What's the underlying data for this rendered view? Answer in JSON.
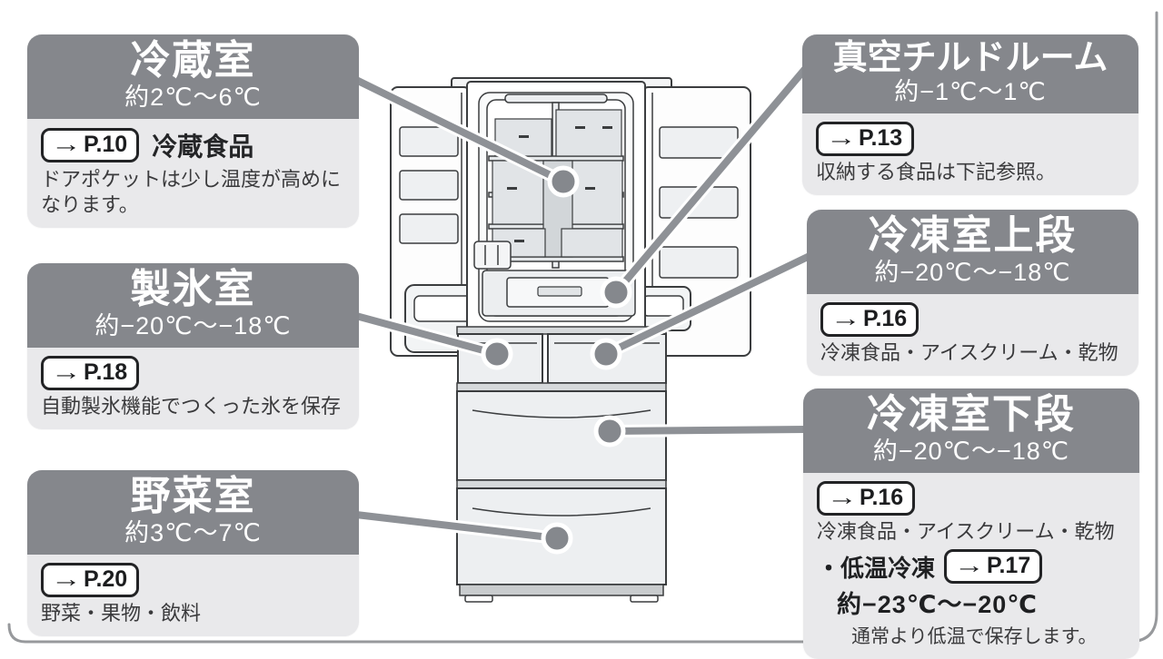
{
  "arrow_icon": "→",
  "colors": {
    "header_gray": "#85878C",
    "panel_gray": "#E9E9EB",
    "callout_line_gray": "#8E9196",
    "dot_gray": "#85888D",
    "page_frame_gray": "#96989B"
  },
  "callouts": [
    {
      "id": "refrigerator-compartment",
      "title": "冷蔵室",
      "temp": "約2℃～6℃",
      "page_ref": "P.10",
      "ref_label": "冷蔵食品",
      "note": "ドアポケットは少し温度が高めになります。"
    },
    {
      "id": "ice-making-room",
      "title": "製氷室",
      "temp": "約−20℃～−18℃",
      "page_ref": "P.18",
      "note": "自動製氷機能でつくった氷を保存"
    },
    {
      "id": "vegetable-room",
      "title": "野菜室",
      "temp": "約3℃～7℃",
      "page_ref": "P.20",
      "note": "野菜・果物・飲料"
    },
    {
      "id": "vacuum-chilled-room",
      "title": "真空チルドルーム",
      "temp": "約−1℃～1℃",
      "page_ref": "P.13",
      "note": "収納する食品は下記参照。"
    },
    {
      "id": "freezer-upper",
      "title": "冷凍室上段",
      "temp": "約−20℃～−18℃",
      "page_ref": "P.16",
      "note": "冷凍食品・アイスクリーム・乾物"
    },
    {
      "id": "freezer-lower",
      "title": "冷凍室下段",
      "temp": "約−20℃～−18℃",
      "page_ref": "P.16",
      "note": "冷凍食品・アイスクリーム・乾物",
      "sub_bullet": "・低温冷凍",
      "sub_page_ref": "P.17",
      "sub_temp": "約−23℃～−20℃",
      "sub_note": "通常より低温で保存します。"
    }
  ]
}
